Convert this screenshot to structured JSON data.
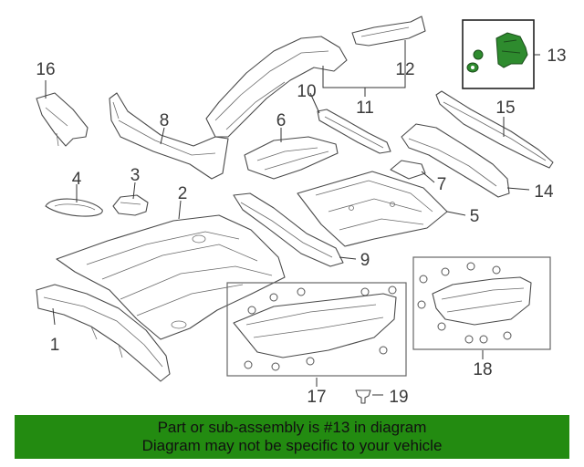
{
  "diagram": {
    "callouts": [
      "1",
      "2",
      "3",
      "4",
      "5",
      "6",
      "7",
      "8",
      "9",
      "10",
      "11",
      "12",
      "13",
      "14",
      "15",
      "16",
      "17",
      "18",
      "19"
    ],
    "highlighted_part": "13",
    "highlight_color": "#2e8b2e",
    "banner_color": "#238b11"
  },
  "banner": {
    "line1": "Part or sub-assembly is #13 in diagram",
    "line2": "Diagram may not be specific to your vehicle"
  }
}
